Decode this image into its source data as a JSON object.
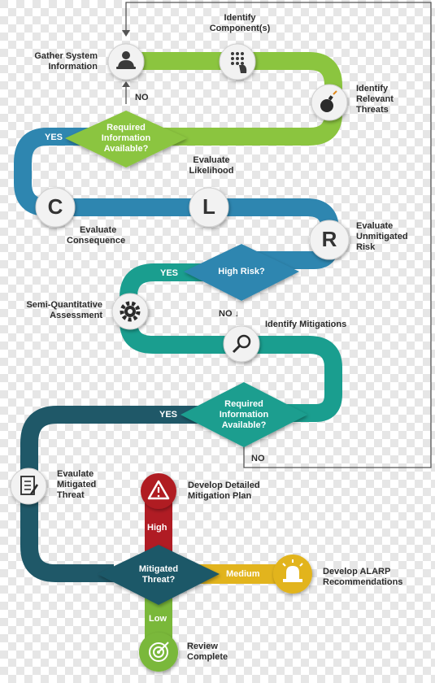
{
  "colors": {
    "green_light": "#8bc53f",
    "blue": "#2e86b0",
    "teal": "#1a9e8f",
    "dark_teal": "#1f5868",
    "red": "#b01c24",
    "yellow": "#e2b41d",
    "green_low": "#7ab83a"
  },
  "steps": {
    "identify_components": [
      "Identify",
      "Component(s)"
    ],
    "gather_system_information": [
      "Gather System",
      "Information"
    ],
    "identify_relevant_threats": [
      "Identify",
      "Relevant",
      "Threats"
    ],
    "evaluate_likelihood": [
      "Evaluate",
      "Likelihood"
    ],
    "evaluate_consequence": [
      "Evaluate",
      "Consequence"
    ],
    "evaluate_unmitigated_risk": [
      "Evaluate",
      "Unmitigated",
      "Risk"
    ],
    "semi_quantitative_assessment": [
      "Semi-Quantitative",
      "Assessment"
    ],
    "identify_mitigations": [
      "Identify Mitigations"
    ],
    "evaluate_mitigated_threat": [
      "Evaulate",
      "Mitigated",
      "Threat"
    ],
    "develop_detailed_mitigation_plan": [
      "Develop Detailed",
      "Mitigation Plan"
    ],
    "develop_alarp_recommendations": [
      "Develop ALARP",
      "Recommendations"
    ],
    "review_complete": [
      "Review",
      "Complete"
    ]
  },
  "decisions": {
    "required_info_1": [
      "Required",
      "Information",
      "Available?"
    ],
    "high_risk": [
      "High Risk?"
    ],
    "required_info_2": [
      "Required",
      "Information",
      "Available?"
    ],
    "mitigated_threat": [
      "Mitigated",
      "Threat?"
    ]
  },
  "letters": {
    "c": "C",
    "l": "L",
    "r": "R"
  },
  "branches": {
    "no_1": "NO",
    "yes_1": "YES",
    "yes_2": "YES",
    "no_2": "NO ↓",
    "yes_3": "YES",
    "no_3": "NO",
    "high": "High",
    "medium": "Medium",
    "low": "Low"
  },
  "icons": {
    "gather": "person-at-laptop-icon",
    "components": "hand-keypad-icon",
    "threats": "bomb-icon",
    "assessment": "gear-icon",
    "mitigations": "magnifier-icon",
    "evaluate_threat": "checklist-icon",
    "warning": "warning-triangle-icon",
    "alarp": "siren-icon",
    "complete": "target-check-icon"
  }
}
